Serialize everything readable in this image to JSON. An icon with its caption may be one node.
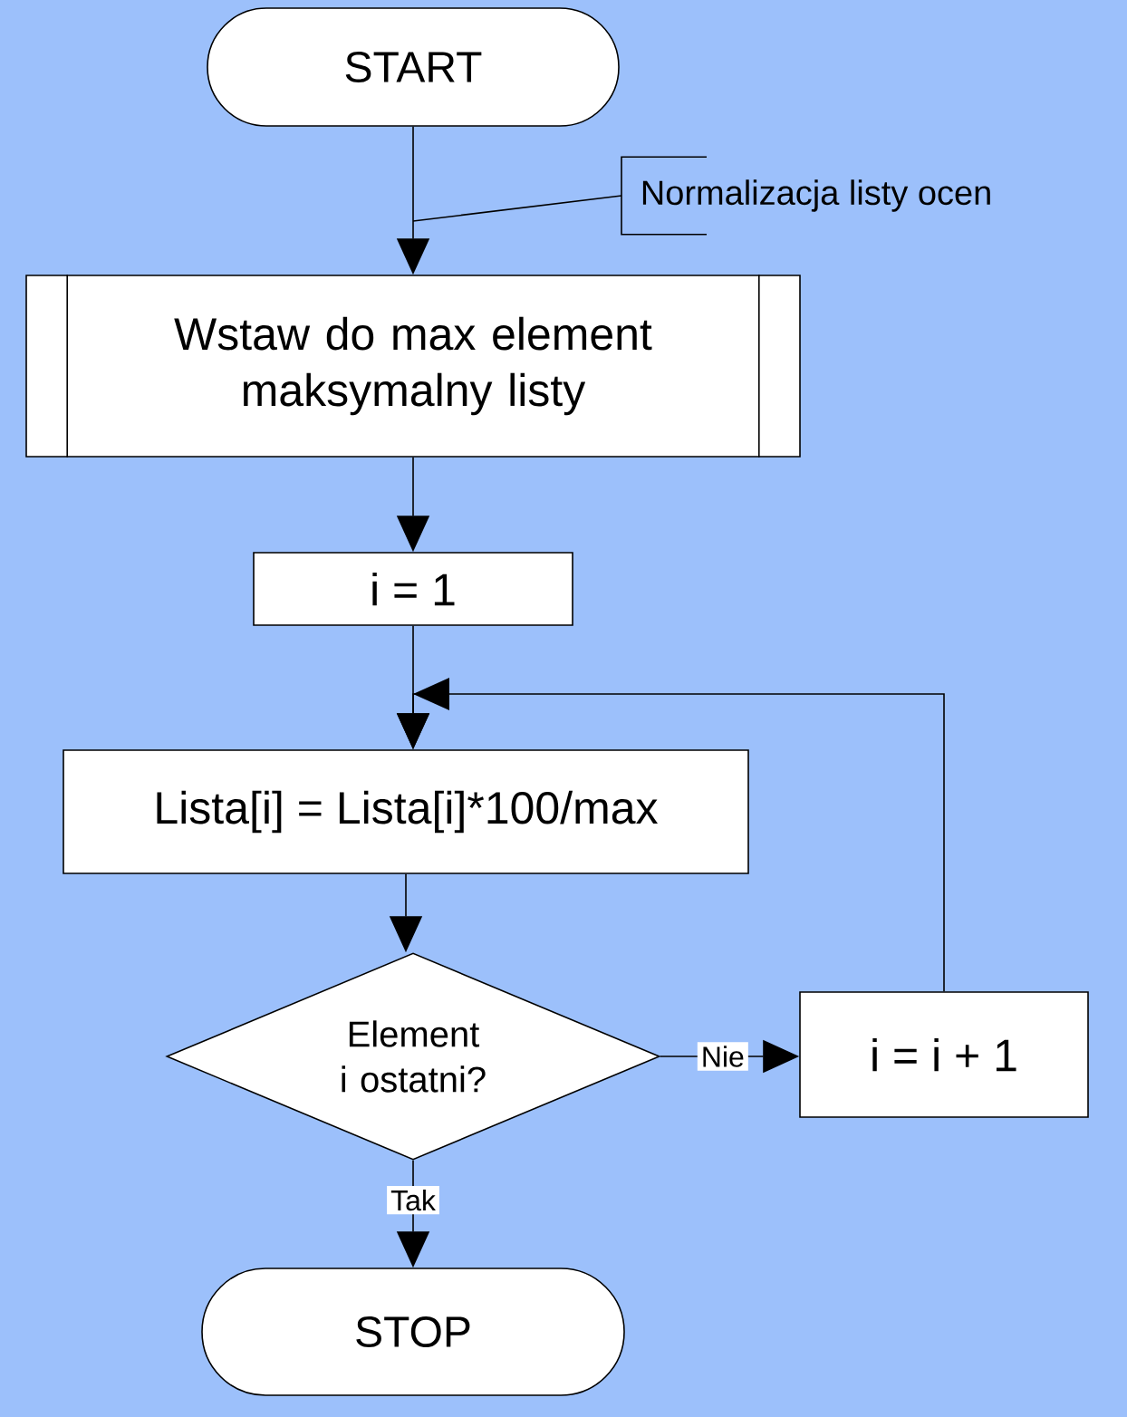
{
  "diagram": {
    "nodes": [
      {
        "text": [
          "START"
        ]
      },
      {
        "text": [
          "Normalizacja listy ocen"
        ]
      },
      {
        "text": [
          "Wstaw do max element maksymalny listy"
        ]
      },
      {
        "text": [
          "i = 1"
        ]
      },
      {
        "text": [
          "Lista[i] = Lista[i]*100/max"
        ]
      },
      {
        "text": [
          "Element i ostatni?"
        ]
      },
      {
        "text": [
          "i = i + 1"
        ]
      },
      {
        "text": [
          "STOP"
        ]
      }
    ],
    "edges": [
      {
        "from": 0,
        "to": 2,
        "arrow": "to"
      },
      {
        "from": 1,
        "to": null,
        "arrow": "none"
      },
      {
        "from": 2,
        "to": 3,
        "arrow": "to"
      },
      {
        "from": 3,
        "to": 4,
        "arrow": "to"
      },
      {
        "from": 4,
        "to": 5,
        "arrow": "to"
      },
      {
        "from": 5,
        "to": 6,
        "arrow": "to",
        "label": "Nie"
      },
      {
        "from": 6,
        "to": 4,
        "arrow": "to"
      },
      {
        "from": 5,
        "to": 7,
        "arrow": "to",
        "label": "Tak"
      }
    ]
  }
}
